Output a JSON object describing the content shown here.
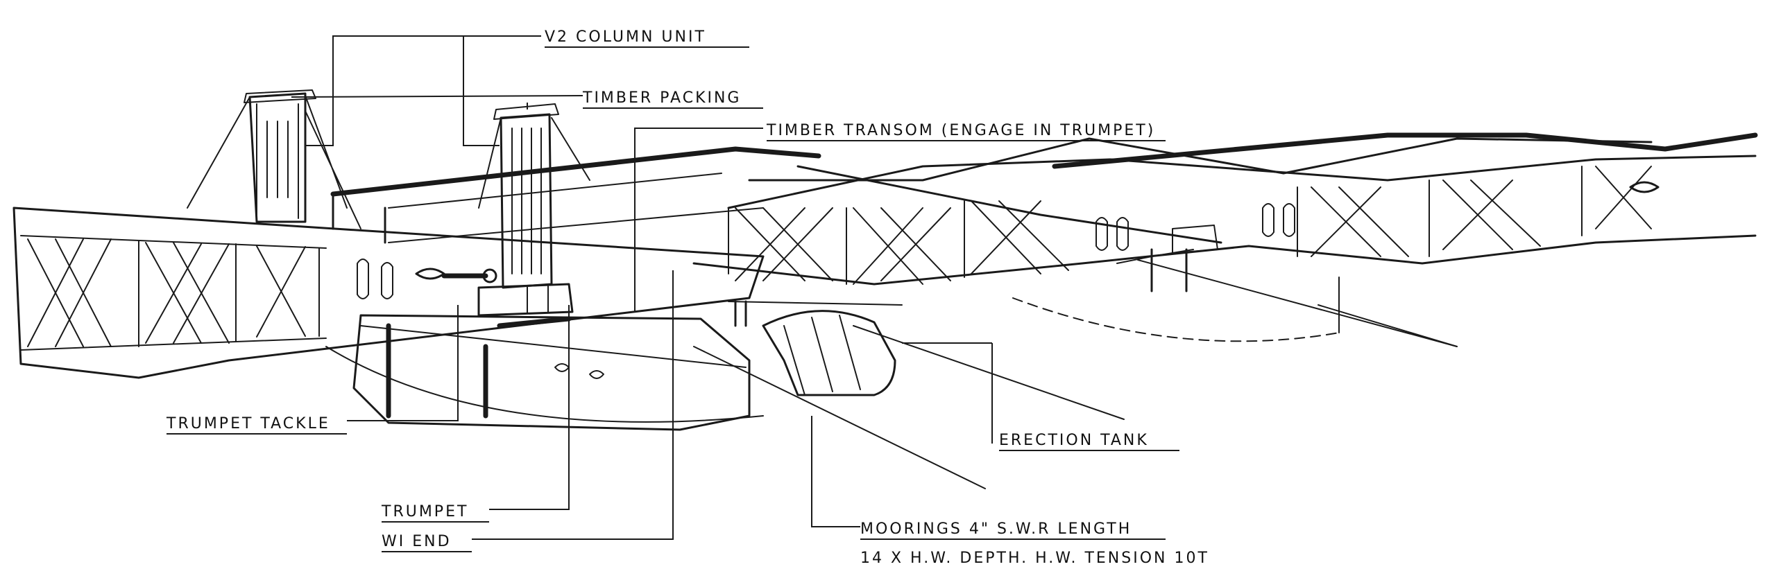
{
  "labels": {
    "v2_column_unit": "V2 COLUMN UNIT",
    "timber_packing": "TIMBER PACKING",
    "timber_transom": "TIMBER TRANSOM (ENGAGE IN TRUMPET)",
    "trumpet_tackle": "TRUMPET TACKLE",
    "erection_tank": "ERECTION TANK",
    "trumpet": "TRUMPET",
    "wi_end": "WI END",
    "moorings_line1": "MOORINGS 4\" S.W.R LENGTH",
    "moorings_line2": "14 X H.W. DEPTH. H.W. TENSION 10T"
  }
}
